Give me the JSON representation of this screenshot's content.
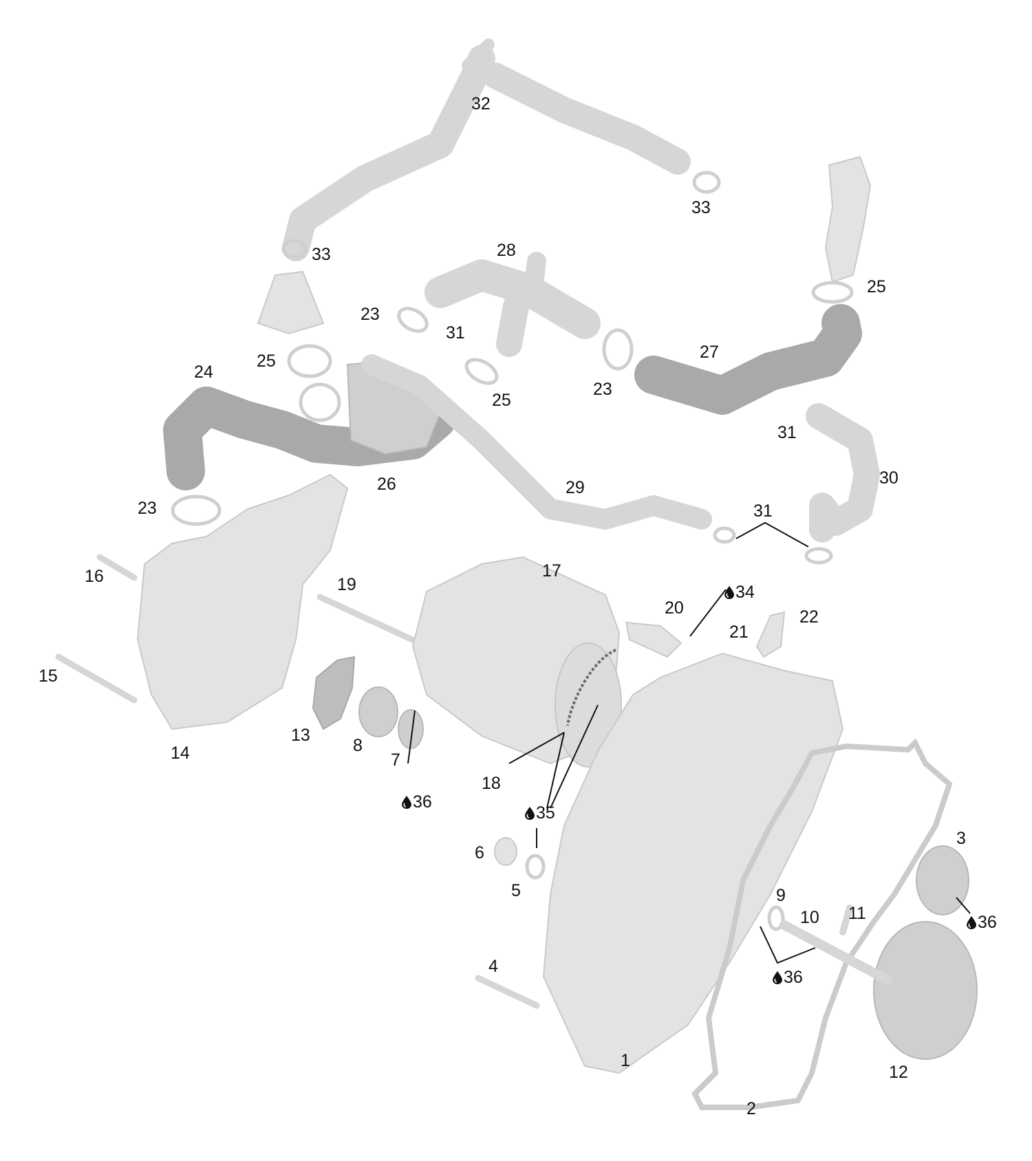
{
  "callouts": {
    "c1": "1",
    "c2": "2",
    "c3": "3",
    "c4": "4",
    "c5": "5",
    "c6": "6",
    "c7": "7",
    "c8": "8",
    "c9": "9",
    "c10": "10",
    "c11": "11",
    "c12": "12",
    "c13": "13",
    "c14": "14",
    "c15": "15",
    "c16": "16",
    "c17": "17",
    "c18": "18",
    "c19": "19",
    "c20": "20",
    "c21": "21",
    "c22": "22",
    "c23a": "23",
    "c23b": "23",
    "c23c": "23",
    "c24": "24",
    "c25a": "25",
    "c25b": "25",
    "c25c": "25",
    "c26": "26",
    "c27": "27",
    "c28": "28",
    "c29": "29",
    "c30": "30",
    "c31a": "31",
    "c31b": "31",
    "c31c": "31",
    "c32": "32",
    "c33a": "33",
    "c33b": "33",
    "c34": "34",
    "c35": "35",
    "c36a": "36",
    "c36b": "36",
    "c36c": "36"
  },
  "colors": {
    "part_light": "#e3e3e3",
    "part_dark": "#a9a9a9",
    "label": "#111111"
  },
  "icons": {
    "lubricant": "oil-drop-icon"
  }
}
